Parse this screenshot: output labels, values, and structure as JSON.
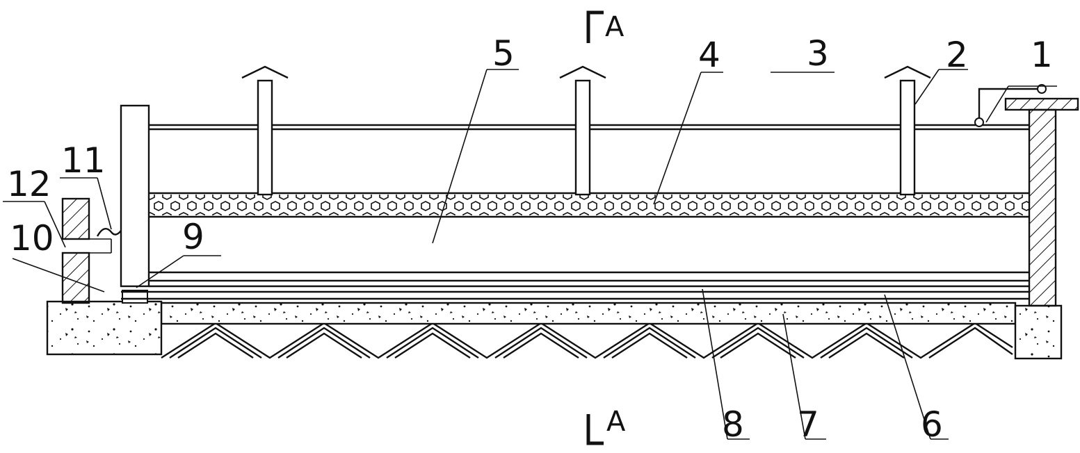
{
  "figure": {
    "section_marker_top": "A",
    "section_marker_bottom": "A",
    "labels": {
      "l1": "1",
      "l2": "2",
      "l3": "3",
      "l4": "4",
      "l5": "5",
      "l6": "6",
      "l7": "7",
      "l8": "8",
      "l9": "9",
      "l10": "10",
      "l11": "11",
      "l12": "12"
    }
  }
}
